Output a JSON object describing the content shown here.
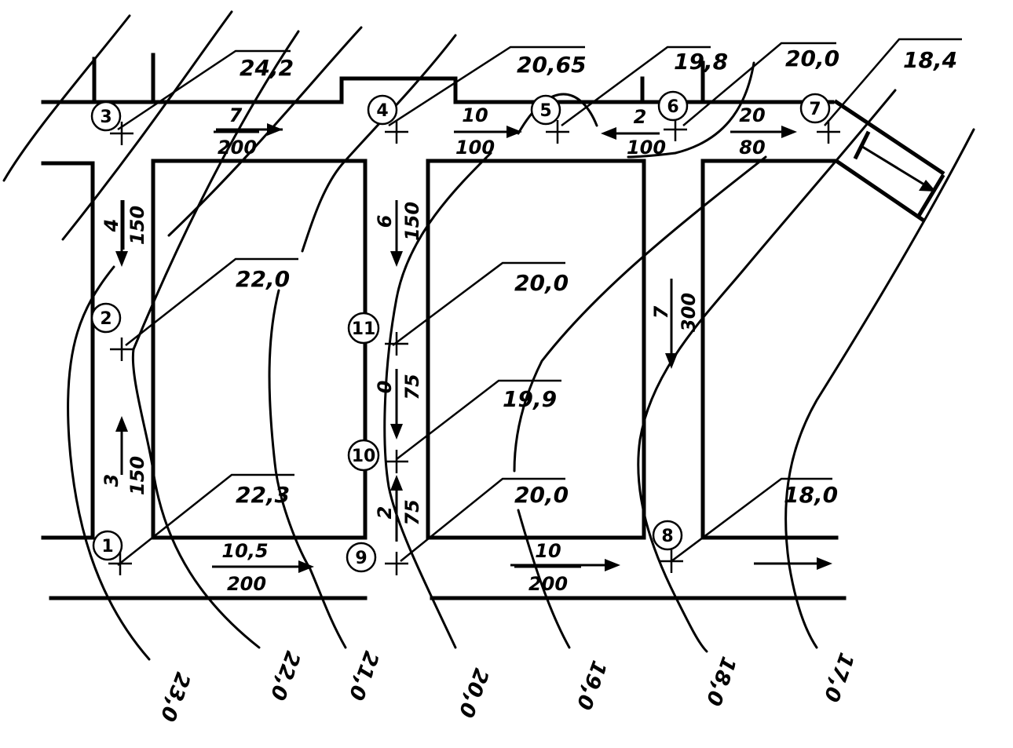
{
  "nodes": [
    {
      "id": "1",
      "elevation": "22,3"
    },
    {
      "id": "2",
      "elevation": "22,0"
    },
    {
      "id": "3",
      "elevation": "24,2"
    },
    {
      "id": "4",
      "elevation": "20,65"
    },
    {
      "id": "5",
      "elevation": "19,8"
    },
    {
      "id": "6",
      "elevation": "20,0"
    },
    {
      "id": "7",
      "elevation": "18,4"
    },
    {
      "id": "8",
      "elevation": "18,0"
    },
    {
      "id": "9",
      "elevation": "20,0"
    },
    {
      "id": "10",
      "elevation": "19,9"
    },
    {
      "id": "11",
      "elevation": "20,0"
    }
  ],
  "segments": [
    {
      "from": "3",
      "to": "4",
      "slope": "7",
      "length": "200"
    },
    {
      "from": "4",
      "to": "5",
      "slope": "10",
      "length": "100"
    },
    {
      "from": "6",
      "to": "5",
      "slope": "2",
      "length": "100"
    },
    {
      "from": "6",
      "to": "7",
      "slope": "20",
      "length": "80"
    },
    {
      "from": "3",
      "to": "2",
      "slope": "4",
      "length": "150"
    },
    {
      "from": "1",
      "to": "2",
      "slope": "3",
      "length": "150"
    },
    {
      "from": "4",
      "to": "11",
      "slope": "6",
      "length": "150"
    },
    {
      "from": "11",
      "to": "10",
      "slope": "0",
      "length": "75"
    },
    {
      "from": "9",
      "to": "10",
      "slope": "2",
      "length": "75"
    },
    {
      "from": "6",
      "to": "8",
      "slope": "7",
      "length": "300"
    },
    {
      "from": "1",
      "to": "9",
      "slope": "10,5",
      "length": "200"
    },
    {
      "from": "9",
      "to": "8",
      "slope": "10",
      "length": "200"
    }
  ],
  "contours": [
    "23,0",
    "22,0",
    "21,0",
    "20,0",
    "19,0",
    "18,0",
    "17,0"
  ]
}
